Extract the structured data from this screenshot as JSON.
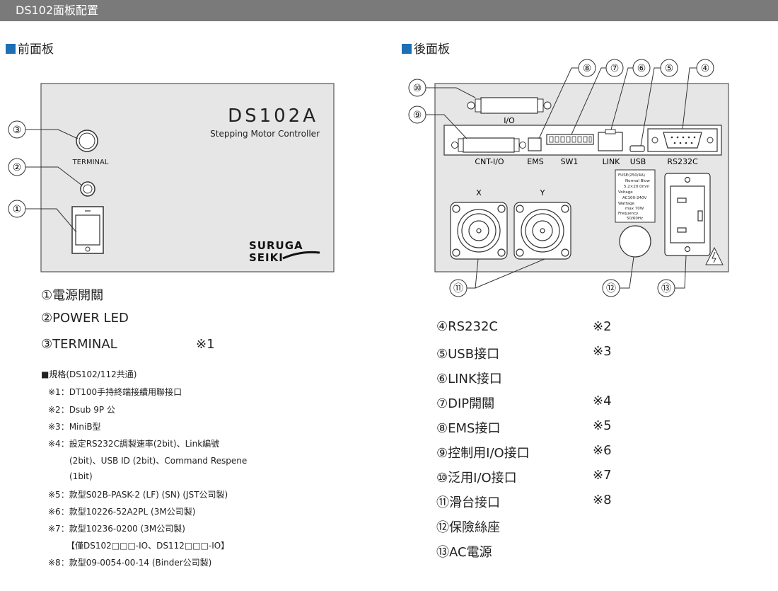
{
  "header": {
    "title": "DS102面板配置"
  },
  "front": {
    "section_title": "前面板",
    "model": "DS102A",
    "subtitle": "Stepping Motor Controller",
    "terminal_label": "TERMINAL",
    "brand_line1": "SURUGA",
    "brand_line2": "SEIKI",
    "callouts": [
      "③",
      "②",
      "①"
    ],
    "items": [
      {
        "label": "①電源開關",
        "note": ""
      },
      {
        "label": "②POWER LED",
        "note": ""
      },
      {
        "label": "③TERMINAL",
        "note": "※1"
      }
    ]
  },
  "rear": {
    "section_title": "後面板",
    "labels": {
      "io": "I/O",
      "cnt_io": "CNT-I/O",
      "ems": "EMS",
      "sw1": "SW1",
      "link": "LINK",
      "usb": "USB",
      "rs232c": "RS232C",
      "x": "X",
      "y": "Y"
    },
    "callouts": {
      "c10": "⑩",
      "c9": "⑨",
      "c8": "⑧",
      "c7": "⑦",
      "c6": "⑥",
      "c5": "⑤",
      "c4": "④",
      "c11": "⑪",
      "c12": "⑫",
      "c13": "⑬"
    },
    "fuse_label": [
      "FUSE(250/4A)",
      "Normal Blow",
      "5.2×20.0mm",
      "Voltage",
      "AC100-240V",
      "Wattage",
      "max 70W",
      "Frequency",
      "50/60Hz"
    ],
    "items": [
      {
        "label": "④RS232C",
        "note": "※2"
      },
      {
        "label": "⑤USB接口",
        "note": "※3"
      },
      {
        "label": "⑥LINK接口",
        "note": ""
      },
      {
        "label": "⑦DIP開關",
        "note": "※4"
      },
      {
        "label": "⑧EMS接口",
        "note": "※5"
      },
      {
        "label": "⑨控制用I/O接口",
        "note": "※6"
      },
      {
        "label": "⑩泛用I/O接口",
        "note": "※7"
      },
      {
        "label": "⑪滑台接口",
        "note": "※8"
      },
      {
        "label": "⑫保險絲座",
        "note": ""
      },
      {
        "label": "⑬AC電源",
        "note": ""
      }
    ]
  },
  "specs": {
    "title": "■規格(DS102/112共通)",
    "lines": [
      "※1：DT100手持終端接續用聯接口",
      "※2：Dsub 9P 公",
      "※3：MiniB型",
      "※4：設定RS232C調製速率(2bit)、Link編號",
      "(2bit)、USB ID (2bit)、Command Respene",
      "(1bit)",
      "※5：款型S02B-PASK-2 (LF) (SN) (JST公司製)",
      "※6：款型10226-52A2PL (3M公司製)",
      "※7：款型10236-0200 (3M公司製)",
      "【僅DS102□□□-IO、DS112□□□-IO】",
      "※8：款型09-0054-00-14 (Binder公司製)"
    ]
  }
}
